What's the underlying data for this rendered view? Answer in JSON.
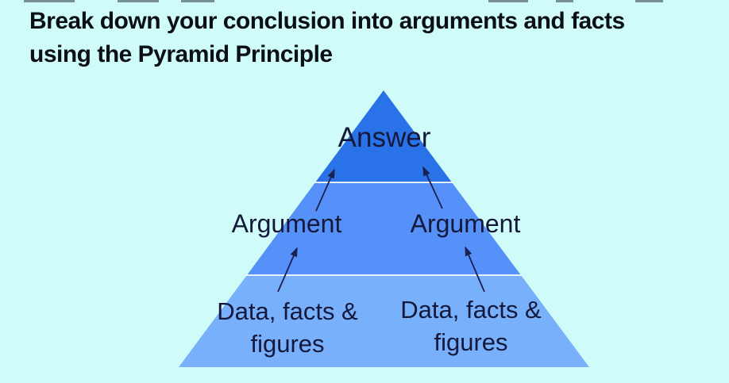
{
  "title": "Break down your conclusion into arguments and facts\nusing the Pyramid Principle",
  "pyramid": {
    "levels": [
      {
        "id": "answer",
        "tier": "top",
        "label": "Answer"
      },
      {
        "id": "argument-left",
        "tier": "middle",
        "label": "Argument"
      },
      {
        "id": "argument-right",
        "tier": "middle",
        "label": "Argument"
      },
      {
        "id": "data-left",
        "tier": "bottom",
        "label": "Data, facts &\nfigures"
      },
      {
        "id": "data-right",
        "tier": "bottom",
        "label": "Data, facts &\nfigures"
      }
    ]
  },
  "colors": {
    "background": "#cffcf8",
    "tier_top": "#2a72e8",
    "tier_middle": "#5591f9",
    "tier_bottom": "#78b0fb",
    "divider": "#fbfdf0",
    "arrow": "#1a2150",
    "label_text": "#14183a",
    "title_text": "#0c0f14"
  }
}
